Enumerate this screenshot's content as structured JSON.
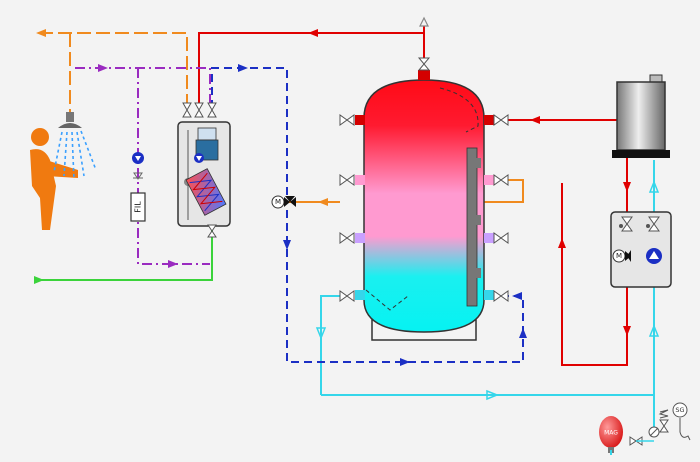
{
  "labels": {
    "filter": "FIL",
    "expansion_vessel": "MAG",
    "safety_group": "SG",
    "mixer_motor": "M",
    "pump_group_motor": "M"
  },
  "icons": {
    "person": "person-showering-icon",
    "shower": "shower-head-icon",
    "boiler": "boiler-icon",
    "tank": "buffer-tank-icon",
    "fresh_water_station": "fresh-water-station-icon",
    "pump_group": "pump-group-icon"
  },
  "colors": {
    "hot_supply": "#e00000",
    "cold_return": "#35d6ea",
    "hot_water_out": "#f08a1e",
    "cold_water_in": "#3ad33a",
    "circulation": "#9a2bc0",
    "heating_circuit": "#1b2fc4",
    "tank_top": "#ff0a16",
    "tank_mid": "#ff9ad0",
    "tank_bottom": "#06f2f2"
  }
}
